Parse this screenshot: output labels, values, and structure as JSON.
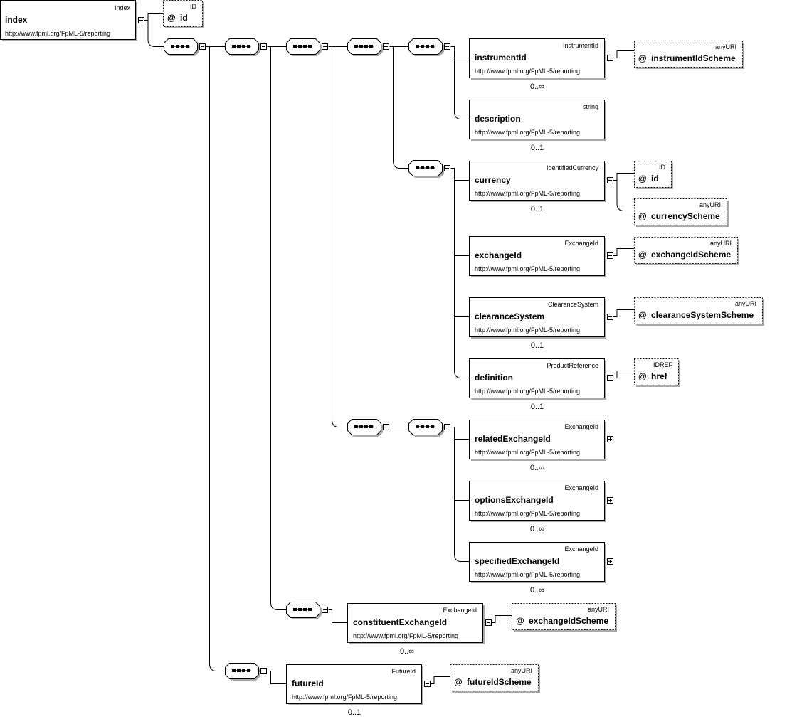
{
  "root": {
    "type": "Index",
    "name": "index",
    "namespace": "http://www.fpml.org/FpML-5/reporting",
    "attributes": [
      {
        "type": "ID",
        "name": "id"
      }
    ]
  },
  "elements": [
    {
      "key": "instrumentId",
      "type": "InstrumentId",
      "name": "instrumentId",
      "namespace": "http://www.fpml.org/FpML-5/reporting",
      "occurrence": "0..∞",
      "attributes": [
        {
          "type": "anyURI",
          "name": "instrumentIdScheme"
        }
      ]
    },
    {
      "key": "description",
      "type": "string",
      "name": "description",
      "namespace": "http://www.fpml.org/FpML-5/reporting",
      "occurrence": "0..1",
      "attributes": []
    },
    {
      "key": "currency",
      "type": "IdentifiedCurrency",
      "name": "currency",
      "namespace": "http://www.fpml.org/FpML-5/reporting",
      "occurrence": "0..1",
      "attributes": [
        {
          "type": "ID",
          "name": "id"
        },
        {
          "type": "anyURI",
          "name": "currencyScheme"
        }
      ]
    },
    {
      "key": "exchangeId",
      "type": "ExchangeId",
      "name": "exchangeId",
      "namespace": "http://www.fpml.org/FpML-5/reporting",
      "occurrence": "",
      "attributes": [
        {
          "type": "anyURI",
          "name": "exchangeIdScheme"
        }
      ]
    },
    {
      "key": "clearanceSystem",
      "type": "ClearanceSystem",
      "name": "clearanceSystem",
      "namespace": "http://www.fpml.org/FpML-5/reporting",
      "occurrence": "0..1",
      "attributes": [
        {
          "type": "anyURI",
          "name": "clearanceSystemScheme"
        }
      ]
    },
    {
      "key": "definition",
      "type": "ProductReference",
      "name": "definition",
      "namespace": "http://www.fpml.org/FpML-5/reporting",
      "occurrence": "0..1",
      "attributes": [
        {
          "type": "IDREF",
          "name": "href"
        }
      ]
    },
    {
      "key": "relatedExchangeId",
      "type": "ExchangeId",
      "name": "relatedExchangeId",
      "namespace": "http://www.fpml.org/FpML-5/reporting",
      "occurrence": "0..∞",
      "attributes": []
    },
    {
      "key": "optionsExchangeId",
      "type": "ExchangeId",
      "name": "optionsExchangeId",
      "namespace": "http://www.fpml.org/FpML-5/reporting",
      "occurrence": "0..∞",
      "attributes": []
    },
    {
      "key": "specifiedExchangeId",
      "type": "ExchangeId",
      "name": "specifiedExchangeId",
      "namespace": "http://www.fpml.org/FpML-5/reporting",
      "occurrence": "0..∞",
      "attributes": []
    },
    {
      "key": "constituentExchangeId",
      "type": "ExchangeId",
      "name": "constituentExchangeId",
      "namespace": "http://www.fpml.org/FpML-5/reporting",
      "occurrence": "0..∞",
      "attributes": [
        {
          "type": "anyURI",
          "name": "exchangeIdScheme"
        }
      ]
    },
    {
      "key": "futureId",
      "type": "FutureId",
      "name": "futureId",
      "namespace": "http://www.fpml.org/FpML-5/reporting",
      "occurrence": "0..1",
      "attributes": [
        {
          "type": "anyURI",
          "name": "futureIdScheme"
        }
      ]
    }
  ],
  "symbols": {
    "attribute_marker": "@",
    "collapse": "−",
    "expand": "+"
  },
  "colors": {
    "line": "#000000",
    "shadow": "#aaaaaa",
    "box_fill": "#ffffff"
  }
}
